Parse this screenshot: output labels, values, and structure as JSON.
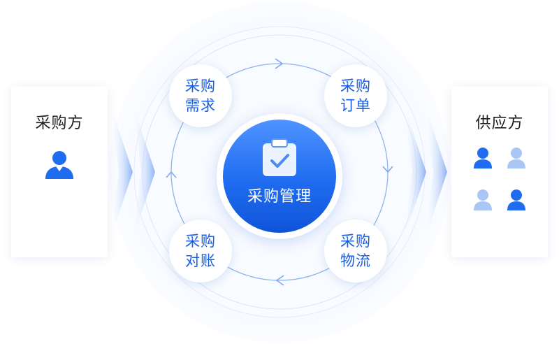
{
  "buyer": {
    "title": "采购方",
    "icon": "person-icon",
    "color": "#1f6cf0"
  },
  "supplier": {
    "title": "供应方",
    "icons": [
      "person-icon",
      "person-icon",
      "person-icon",
      "person-icon"
    ],
    "colors": {
      "dark": "#1f6cf0",
      "light": "#a9c6f5"
    }
  },
  "center": {
    "label": "采购管理",
    "icon": "clipboard-check-icon"
  },
  "nodes": {
    "demand": {
      "line1": "采购",
      "line2": "需求"
    },
    "order": {
      "line1": "采购",
      "line2": "订单"
    },
    "logistics": {
      "line1": "采购",
      "line2": "物流"
    },
    "reconciliation": {
      "line1": "采购",
      "line2": "对账"
    }
  },
  "colors": {
    "accent": "#1f6cf0",
    "node_text": "#1a5fe0",
    "ring": "#7fa9ec",
    "halo": "#eef4fd"
  }
}
